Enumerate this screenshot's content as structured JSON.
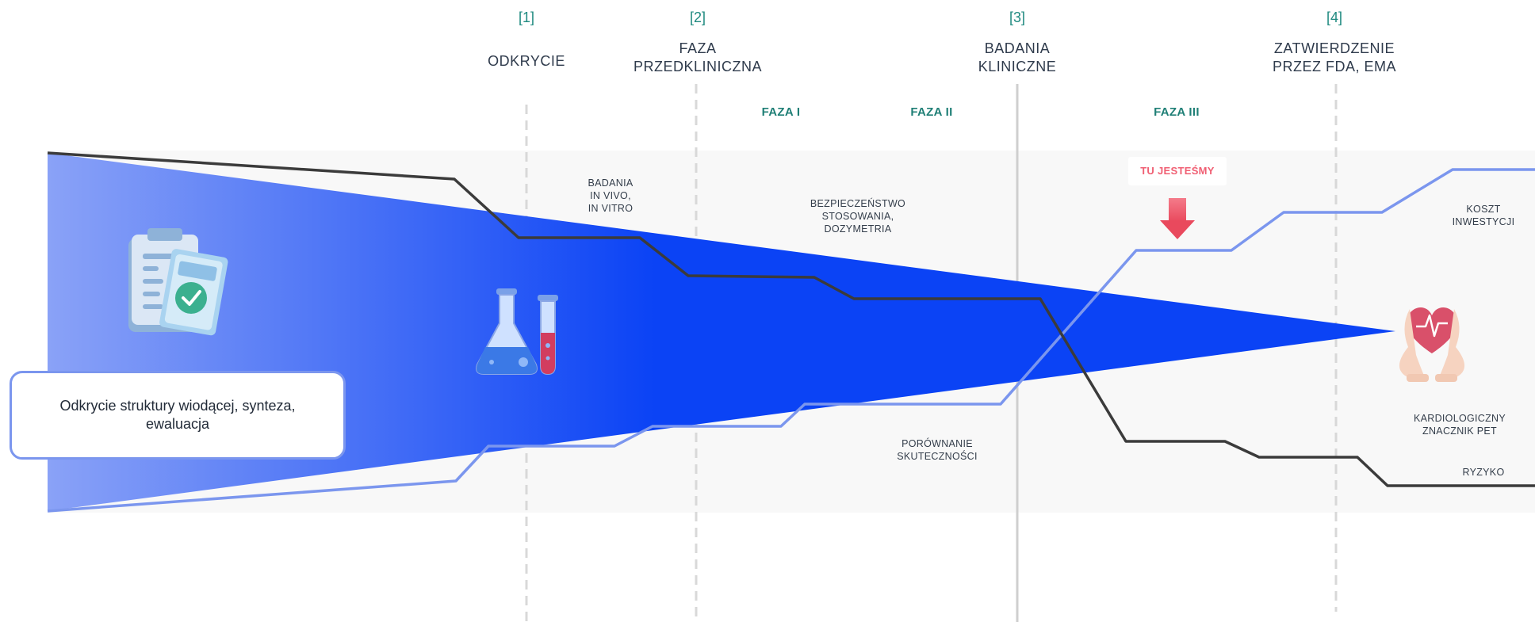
{
  "phases": [
    {
      "num": "[1]",
      "title": "ODKRYCIE"
    },
    {
      "num": "[2]",
      "title": "FAZA\nPRZEDKLINICZNA"
    },
    {
      "num": "[3]",
      "title": "BADANIA\nKLINICZNE"
    },
    {
      "num": "[4]",
      "title": "ZATWIERDZENIE\nPRZEZ FDA, EMA"
    }
  ],
  "subphases": [
    "FAZA I",
    "FAZA II",
    "FAZA III"
  ],
  "labels": {
    "in_vivo": "BADANIA\nIN VIVO,\nIN VITRO",
    "safety": "BEZPIECZEŃSTWO\nSTOSOWANIA,\nDOZYMETRIA",
    "efficacy": "PORÓWNANIE\nSKUTECZNOŚCI",
    "cost": "KOSZT\nINWESTYCJI",
    "pet": "KARDIOLOGICZNY\nZNACZNIK PET",
    "risk": "RYZYKO"
  },
  "here_badge": "TU JESTEŚMY",
  "callout": "Odkrycie struktury wiodącej, synteza, ewaluacja",
  "icons": [
    "clipboard-document-icon",
    "lab-flask-icon",
    "heart-hands-icon",
    "down-arrow-icon"
  ],
  "colors": {
    "funnel_start": "#8aa2f7",
    "funnel_end": "#0b43f5",
    "cost_line": "#7b96ee",
    "risk_line": "#3b3b3b",
    "teal": "#1f8a80",
    "accent": "#f05f73"
  }
}
